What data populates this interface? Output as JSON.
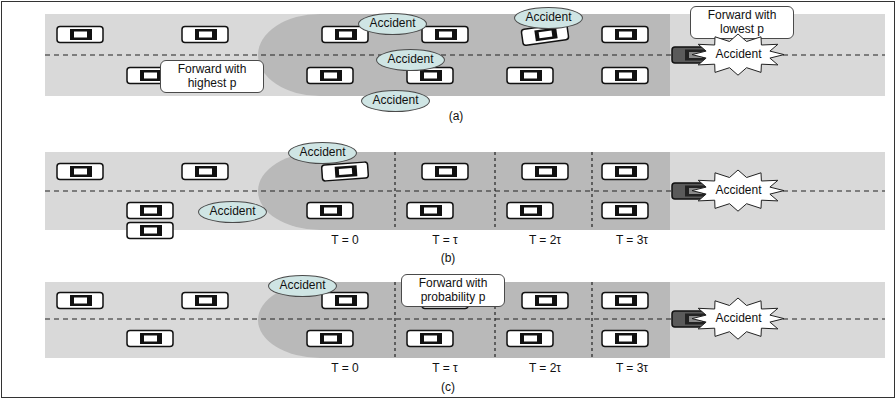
{
  "diagram": {
    "nodes": [
      {
        "text": [
          "Accident"
        ]
      },
      {
        "text": [
          "Accident"
        ]
      },
      {
        "text": [
          "Forward with lowest p"
        ]
      },
      {
        "text": [
          "Accident"
        ]
      },
      {
        "text": [
          "Accident"
        ]
      },
      {
        "text": [
          "Forward with highest p"
        ]
      },
      {
        "text": [
          "Accident"
        ]
      },
      {
        "text": [
          "Accident"
        ]
      },
      {
        "text": [
          "Accident"
        ]
      },
      {
        "text": [
          "Accident"
        ]
      },
      {
        "text": [
          "Accident"
        ]
      },
      {
        "text": [
          "Forward with probability p"
        ]
      },
      {
        "text": [
          "Accident"
        ]
      }
    ],
    "labels": [
      "(a)",
      "T = 0",
      "T = τ",
      "T = 2τ",
      "T = 3τ",
      "(b)",
      "T = 0",
      "T = τ",
      "T = 2τ",
      "T = 3τ",
      "(c)"
    ]
  }
}
